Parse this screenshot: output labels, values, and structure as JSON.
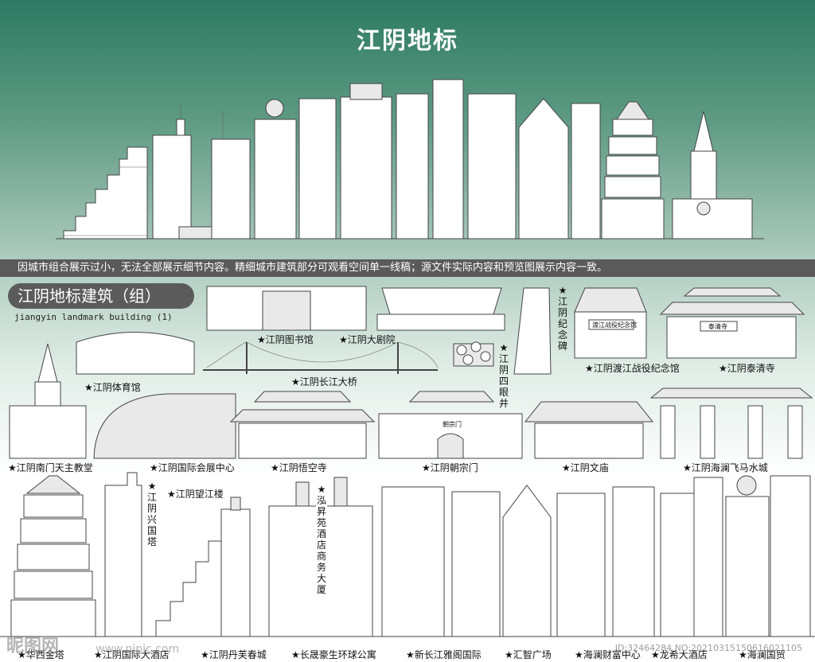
{
  "title": "江阴地标",
  "notice": "因城市组合展示过小，无法全部展示细节内容。精细城市建筑部分可观看空间单一线稿；源文件实际内容和预览图展示内容一致。",
  "group": {
    "title": "江阴地标建筑（组）",
    "subtitle": "jiangyin landmark building (1)"
  },
  "labels": {
    "library": "★江阴图书馆",
    "theatre": "★江阴大剧院",
    "memorial_stele": "★江阴纪念碑",
    "sign_memorial": "渡江战役纪念馆",
    "crossing_memorial": "★江阴渡江战役纪念馆",
    "sign_taiqing": "泰清寺",
    "taiqing": "★江阴泰清寺",
    "gym": "★江阴体育馆",
    "bridge": "★江阴长江大桥",
    "four_eye_well": "★江阴四眼井",
    "church": "★江阴南门天主教堂",
    "expo": "★江阴国际会展中心",
    "wukong": "★江阴悟空寺",
    "sign_chaozong": "朝宗门",
    "chaozong": "★江阴朝宗门",
    "wenmiao": "★江阴文庙",
    "feima": "★江阴海澜飞马水城",
    "wangjiang": "★江阴望江楼",
    "xingguo": "★江阴兴国塔",
    "hongsheng": "★泓昇苑酒店商务大厦",
    "huaxi": "★华西金塔",
    "intl_hotel": "★江阴国际大酒店",
    "danfu": "★江阴丹芙春城",
    "changsheng": "★长晟豪生环球公寓",
    "yage": "★新长江雅阁国际",
    "huizhi": "★汇智广场",
    "hailan_wealth": "★海澜财富中心",
    "longxi": "★龙希大酒店",
    "hailan_trade": "★海澜国贸"
  },
  "watermark": {
    "logo": "昵图网",
    "site": "www.nipic.com",
    "id": "ID:32464284 NO:20210315150616021105"
  }
}
